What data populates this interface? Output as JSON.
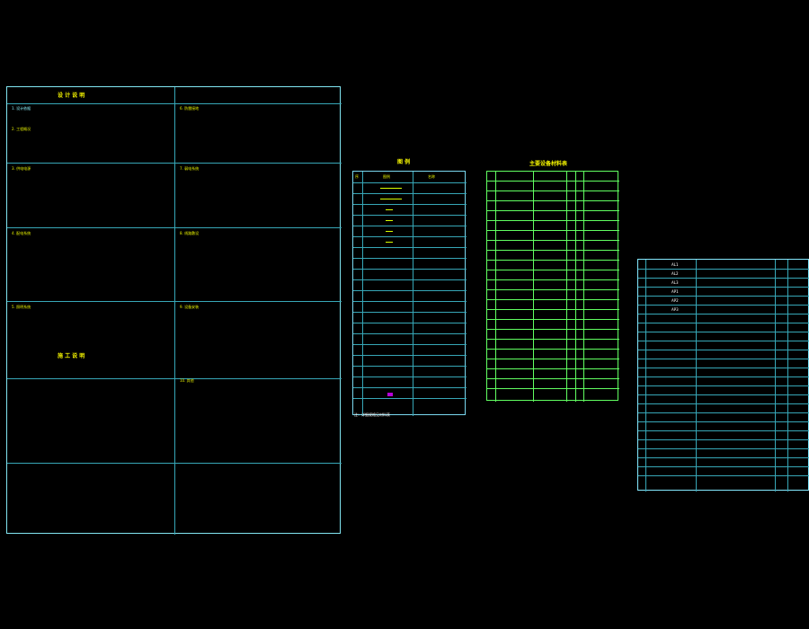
{
  "left_panel": {
    "title_1": "设 计 说 明",
    "title_2": "施 工 说 明",
    "rows": [
      "1. 设计依据",
      "2. 工程概况",
      "3. 供电电源",
      "4. 配电系统",
      "5. 照明系统",
      "6. 防雷接地",
      "7. 弱电系统",
      "8. 线路敷设",
      "9. 设备安装",
      "10. 其他"
    ]
  },
  "middle_panel": {
    "title": "图 例",
    "headers": [
      "序",
      "图例",
      "名称"
    ],
    "note": "注：详细规格见材料表"
  },
  "right_panel": {
    "title": "主要设备材料表"
  },
  "far_right": {
    "labels": [
      "AL1",
      "AL2",
      "AL3",
      "AP1",
      "AP2",
      "AP3"
    ]
  }
}
